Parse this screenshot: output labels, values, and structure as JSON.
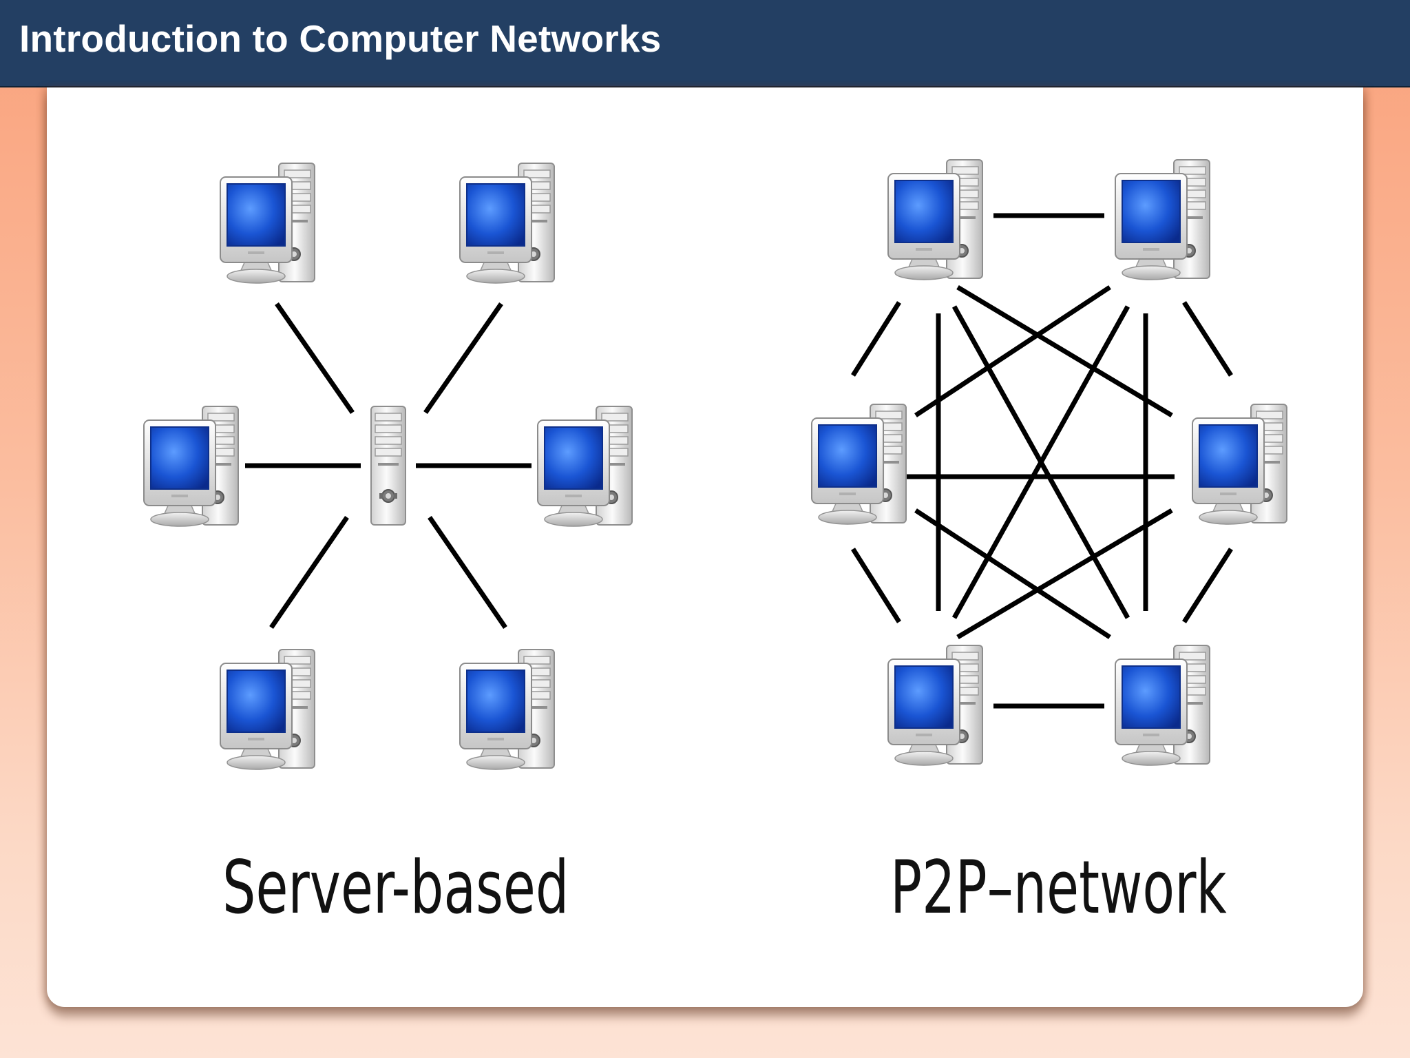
{
  "slide": {
    "title": "Introduction to Computer Networks"
  },
  "diagrams": {
    "server_based": {
      "label": "Server-based",
      "nodes": [
        {
          "id": "server",
          "kind": "server"
        },
        {
          "id": "pc-top-left",
          "kind": "workstation"
        },
        {
          "id": "pc-top-right",
          "kind": "workstation"
        },
        {
          "id": "pc-mid-left",
          "kind": "workstation"
        },
        {
          "id": "pc-mid-right",
          "kind": "workstation"
        },
        {
          "id": "pc-bottom-left",
          "kind": "workstation"
        },
        {
          "id": "pc-bottom-right",
          "kind": "workstation"
        }
      ],
      "links": [
        [
          "server",
          "pc-top-left"
        ],
        [
          "server",
          "pc-top-right"
        ],
        [
          "server",
          "pc-mid-left"
        ],
        [
          "server",
          "pc-mid-right"
        ],
        [
          "server",
          "pc-bottom-left"
        ],
        [
          "server",
          "pc-bottom-right"
        ]
      ]
    },
    "p2p": {
      "label": "P2P–network",
      "nodes": [
        {
          "id": "peer-top-left",
          "kind": "workstation"
        },
        {
          "id": "peer-top-right",
          "kind": "workstation"
        },
        {
          "id": "peer-mid-left",
          "kind": "workstation"
        },
        {
          "id": "peer-mid-right",
          "kind": "workstation"
        },
        {
          "id": "peer-bottom-left",
          "kind": "workstation"
        },
        {
          "id": "peer-bottom-right",
          "kind": "workstation"
        }
      ],
      "links": "full-mesh"
    }
  },
  "colors": {
    "header": "#233f63",
    "screen": "#1a55d4",
    "link": "#000000",
    "panel": "#ffffff"
  }
}
